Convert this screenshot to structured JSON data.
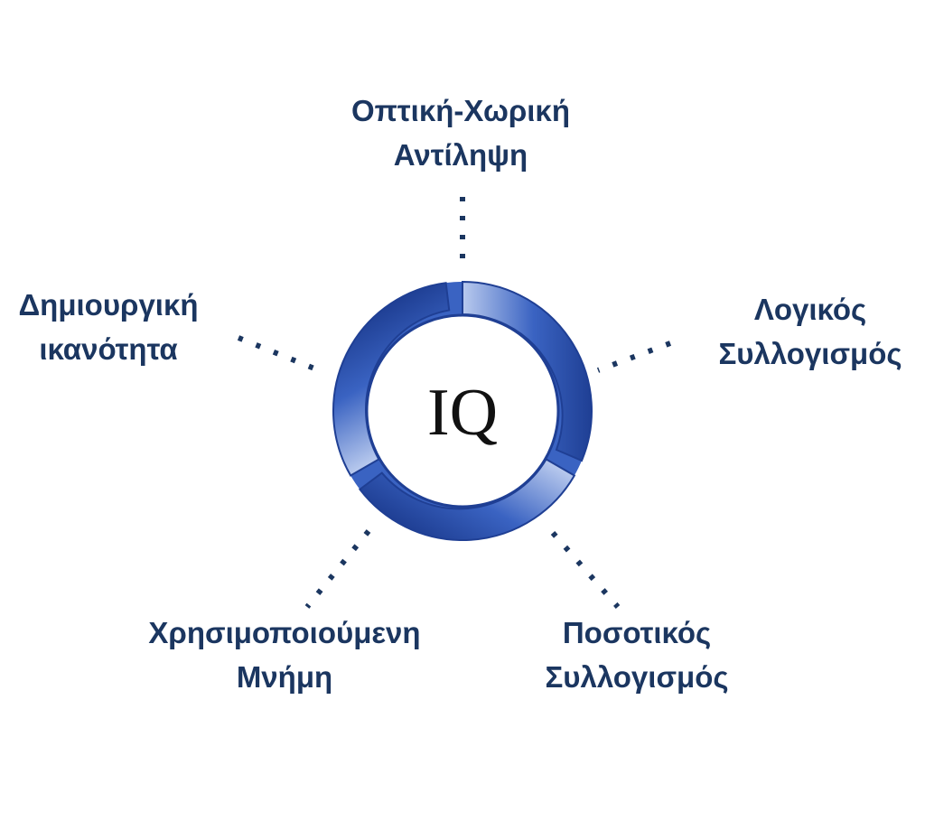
{
  "diagram": {
    "center_label": "IQ",
    "nodes": [
      {
        "id": "visual-spatial",
        "lines": [
          "Οπτική-Χωρική",
          "Αντίληψη"
        ]
      },
      {
        "id": "logical",
        "lines": [
          "Λογικός",
          "Συλλογισμός"
        ]
      },
      {
        "id": "quantitative",
        "lines": [
          "Ποσοτικός",
          "Συλλογισμός"
        ]
      },
      {
        "id": "working-memory",
        "lines": [
          "Χρησιμοποιούμενη",
          "Μνήμη"
        ]
      },
      {
        "id": "creative",
        "lines": [
          "Δημιουργική",
          "ικανότητα"
        ]
      }
    ]
  },
  "colors": {
    "label_text": "#1b3660",
    "connector_dots": "#1b3660",
    "ring_dark": "#1f3f94",
    "ring_mid": "#3a63c2",
    "ring_light": "#b9caee",
    "center_text": "#111111",
    "background": "#ffffff"
  }
}
